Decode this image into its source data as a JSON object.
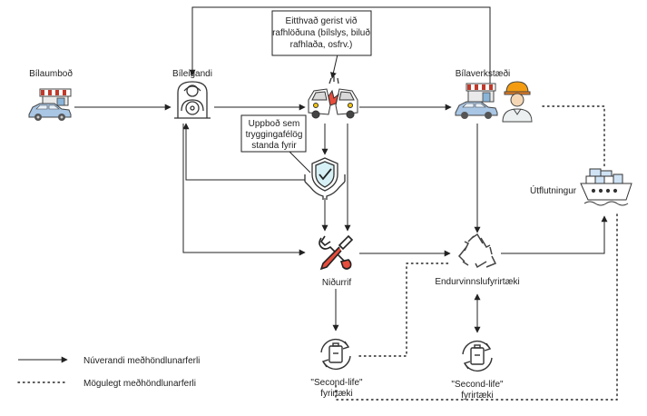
{
  "nodes": {
    "bilaumbod": "Bílaumboð",
    "bileigandi": "Bíleigandi",
    "bilaverkstaedi": "Bílaverkstæði",
    "utflutningur": "Útflutningur",
    "nidurrif": "Niðurrif",
    "endurvinnsla": "Endurvinnslufyrirtæki",
    "second_life_1": [
      "\"Second-life\"",
      "fyrirtæki"
    ],
    "second_life_2": [
      "\"Second-life\"",
      "fyrirtæki"
    ]
  },
  "callouts": {
    "event": [
      "Eitthvað gerist við",
      "rafhlöðuna (bílslys, biluð",
      "rafhlaða, osfrv.)"
    ],
    "insurance": [
      "Uppboð sem",
      "tryggingafélög",
      "standa fyrir"
    ]
  },
  "legend": {
    "current": "Núverandi meðhöndlunarferli",
    "possible": "Mögulegt meðhöndlunarferli"
  },
  "icons": [
    "car-dealer-icon",
    "car-owner-icon",
    "car-crash-icon",
    "car-workshop-icon",
    "mechanic-icon",
    "insurance-shield-icon",
    "wrench-tools-icon",
    "recycle-icon",
    "cargo-ship-icon",
    "battery-cycle-icon"
  ],
  "colors": {
    "line": "#222222",
    "callout_border": "#222222"
  }
}
